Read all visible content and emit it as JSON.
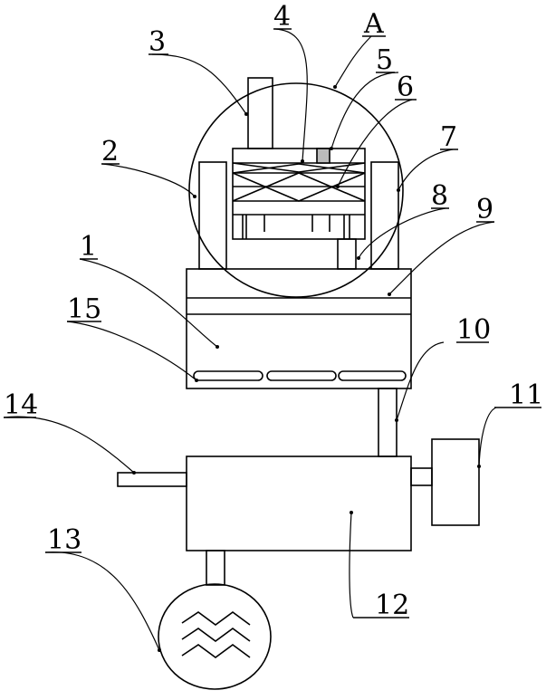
{
  "figure": {
    "labels": [
      {
        "id": "1",
        "text": "1"
      },
      {
        "id": "2",
        "text": "2"
      },
      {
        "id": "3",
        "text": "3"
      },
      {
        "id": "4",
        "text": "4"
      },
      {
        "id": "A",
        "text": "A"
      },
      {
        "id": "5",
        "text": "5"
      },
      {
        "id": "6",
        "text": "6"
      },
      {
        "id": "7",
        "text": "7"
      },
      {
        "id": "8",
        "text": "8"
      },
      {
        "id": "9",
        "text": "9"
      },
      {
        "id": "15",
        "text": "15"
      },
      {
        "id": "10",
        "text": "10"
      },
      {
        "id": "11",
        "text": "11"
      },
      {
        "id": "14",
        "text": "14"
      },
      {
        "id": "13",
        "text": "13"
      },
      {
        "id": "12",
        "text": "12"
      }
    ]
  }
}
